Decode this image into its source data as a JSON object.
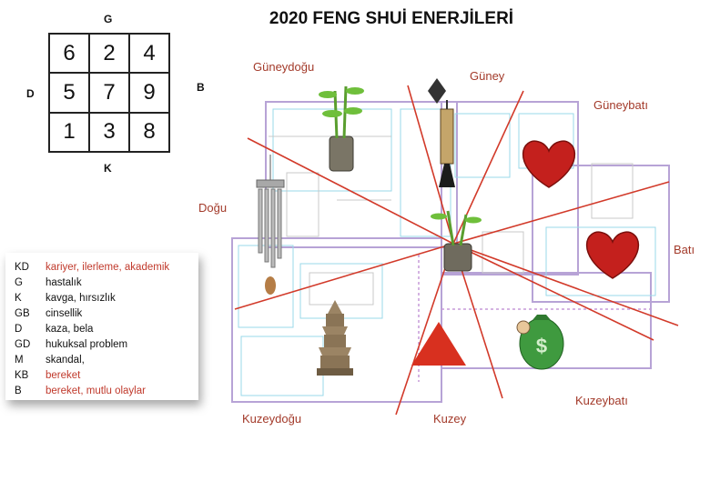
{
  "title": "2020 FENG SHUİ ENERJİLERİ",
  "compass": {
    "top": "G",
    "left": "D",
    "right": "B",
    "bottom": "K"
  },
  "grid": [
    [
      "6",
      "2",
      "4"
    ],
    [
      "5",
      "7",
      "9"
    ],
    [
      "1",
      "3",
      "8"
    ]
  ],
  "directions": {
    "guneydogu": "Güneydoğu",
    "guney": "Güney",
    "guneybati": "Güneybatı",
    "dogu": "Doğu",
    "bati": "Batı",
    "kuzeydogu": "Kuzeydoğu",
    "kuzey": "Kuzey",
    "kuzeybati": "Kuzeybatı"
  },
  "legend": [
    {
      "code": "KD",
      "desc": "kariyer, ilerleme, akademik",
      "highlight": true
    },
    {
      "code": "G",
      "desc": "hastalık",
      "highlight": false
    },
    {
      "code": "K",
      "desc": "kavga, hırsızlık",
      "highlight": false
    },
    {
      "code": "GB",
      "desc": "cinsellik",
      "highlight": false
    },
    {
      "code": "D",
      "desc": "kaza, bela",
      "highlight": false
    },
    {
      "code": "GD",
      "desc": "hukuksal problem",
      "highlight": false
    },
    {
      "code": "M",
      "desc": "skandal,",
      "highlight": false
    },
    {
      "code": "KB",
      "desc": "bereket",
      "highlight": true
    },
    {
      "code": "B",
      "desc": "bereket, mutlu olaylar",
      "highlight": true
    }
  ],
  "colors": {
    "accent_red": "#c0392b",
    "label_red": "#a33a2a",
    "line_red": "#d23a2a"
  },
  "icons": [
    "bamboo-plant-icon",
    "chinese-knot-icon",
    "heart-icon",
    "wind-chime-icon",
    "pagoda-icon",
    "red-triangle-icon",
    "money-bag-icon"
  ]
}
